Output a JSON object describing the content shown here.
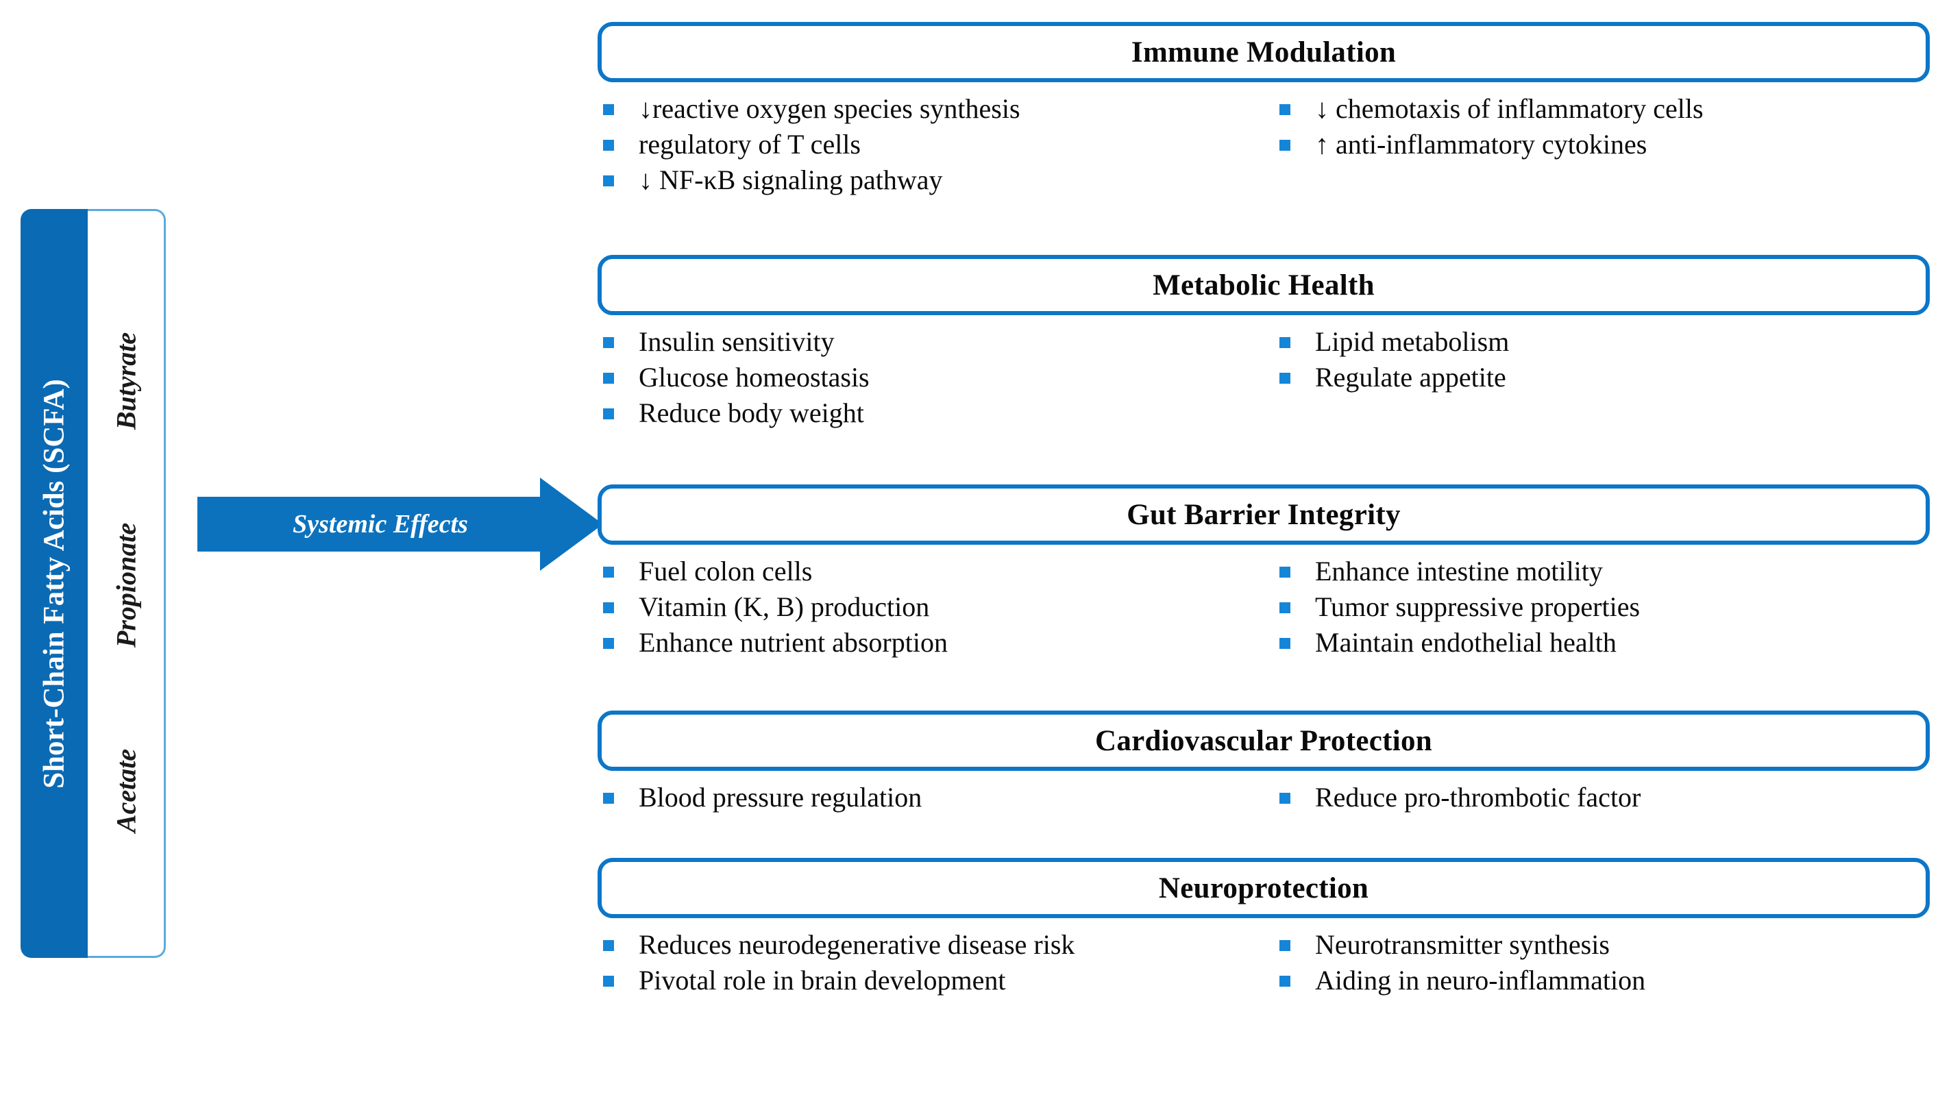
{
  "colors": {
    "brand_blue": "#0B6AB4",
    "border_blue": "#0C76C8",
    "bullet_blue": "#1585D8",
    "light_blue_border": "#5BA9DE",
    "text_black": "#0a0a0a",
    "white": "#ffffff"
  },
  "sidebar": {
    "title": "Short-Chain Fatty Acids (SCFA)",
    "items": [
      {
        "label": "Acetate"
      },
      {
        "label": "Propionate"
      },
      {
        "label": "Butyrate"
      }
    ]
  },
  "arrow": {
    "label": "Systemic Effects",
    "icon": "right-arrow-icon"
  },
  "sections": [
    {
      "title": "Immune Modulation",
      "left_bullets": [
        "↓reactive oxygen species synthesis",
        "regulatory of T cells",
        "↓ NF-κB signaling pathway"
      ],
      "right_bullets": [
        "↓ chemotaxis of inflammatory cells",
        "↑ anti-inflammatory cytokines"
      ]
    },
    {
      "title": "Metabolic Health",
      "left_bullets": [
        "Insulin sensitivity",
        "Glucose homeostasis",
        "Reduce body weight"
      ],
      "right_bullets": [
        "Lipid metabolism",
        "Regulate appetite"
      ]
    },
    {
      "title": "Gut Barrier Integrity",
      "left_bullets": [
        "Fuel colon cells",
        "Vitamin (K, B) production",
        "Enhance nutrient absorption"
      ],
      "right_bullets": [
        "Enhance intestine motility",
        "Tumor suppressive properties",
        "Maintain endothelial health"
      ]
    },
    {
      "title": "Cardiovascular Protection",
      "left_bullets": [
        "Blood pressure regulation"
      ],
      "right_bullets": [
        "Reduce pro-thrombotic factor"
      ]
    },
    {
      "title": "Neuroprotection",
      "left_bullets": [
        "Reduces neurodegenerative disease risk",
        "Pivotal role in brain development"
      ],
      "right_bullets": [
        "Neurotransmitter synthesis",
        "Aiding in neuro-inflammation"
      ]
    }
  ]
}
